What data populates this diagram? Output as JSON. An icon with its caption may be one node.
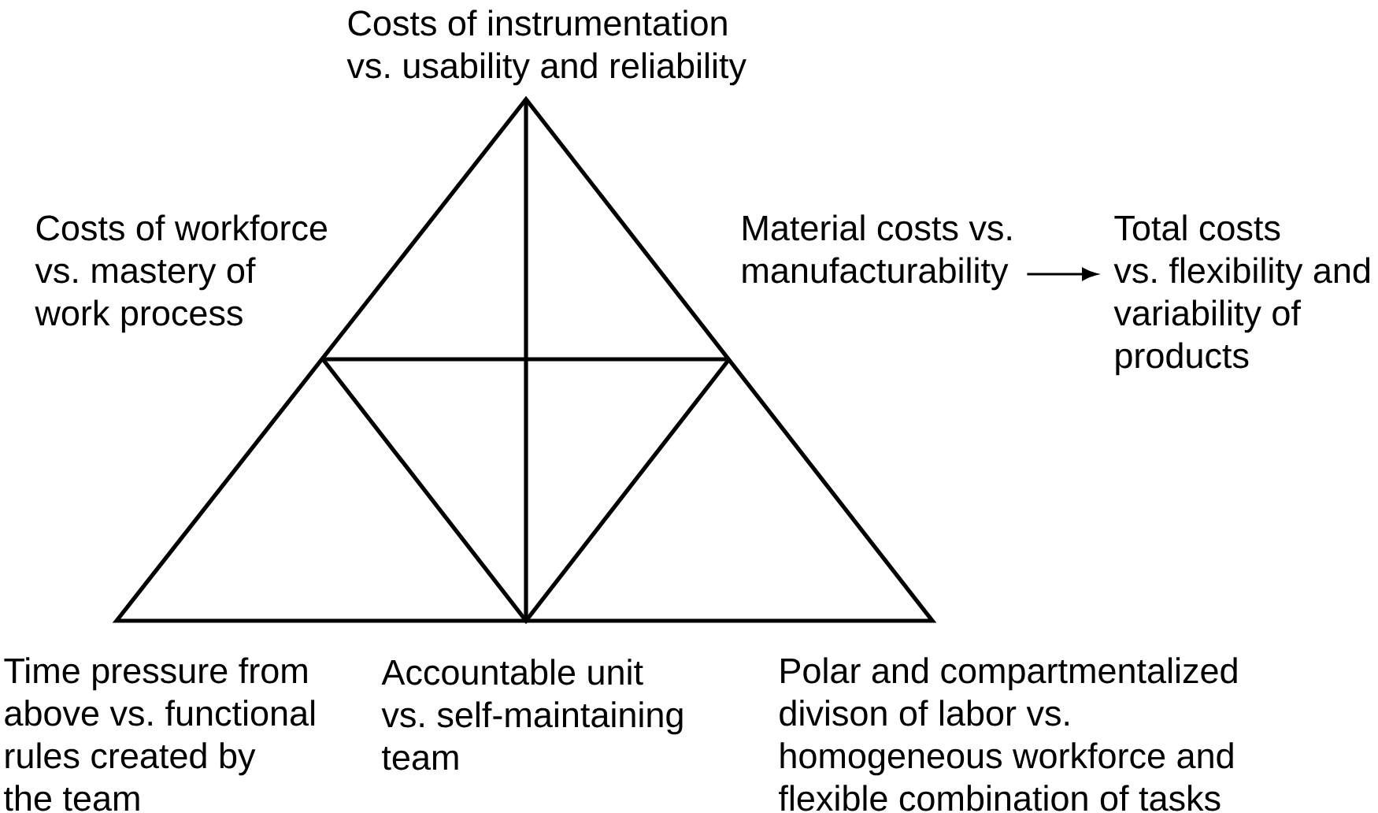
{
  "diagram": {
    "nodes": [
      {
        "text": [
          "Material costs vs. manufacturability"
        ]
      },
      {
        "text": [
          "Total costs vs. flexibility and variability of products"
        ]
      }
    ],
    "edges": [
      {
        "from": 0,
        "to": 1,
        "arrow": "to"
      }
    ],
    "labels": [
      "Costs of instrumentation vs. usability and reliability",
      "Costs of workforce vs. mastery of work process",
      "Time pressure from above vs. functional rules created by the team",
      "Accountable unit vs. self-maintaining team",
      "Polar and compartmentalized divison of labor vs. homogeneous workforce and flexible combination of tasks"
    ]
  }
}
